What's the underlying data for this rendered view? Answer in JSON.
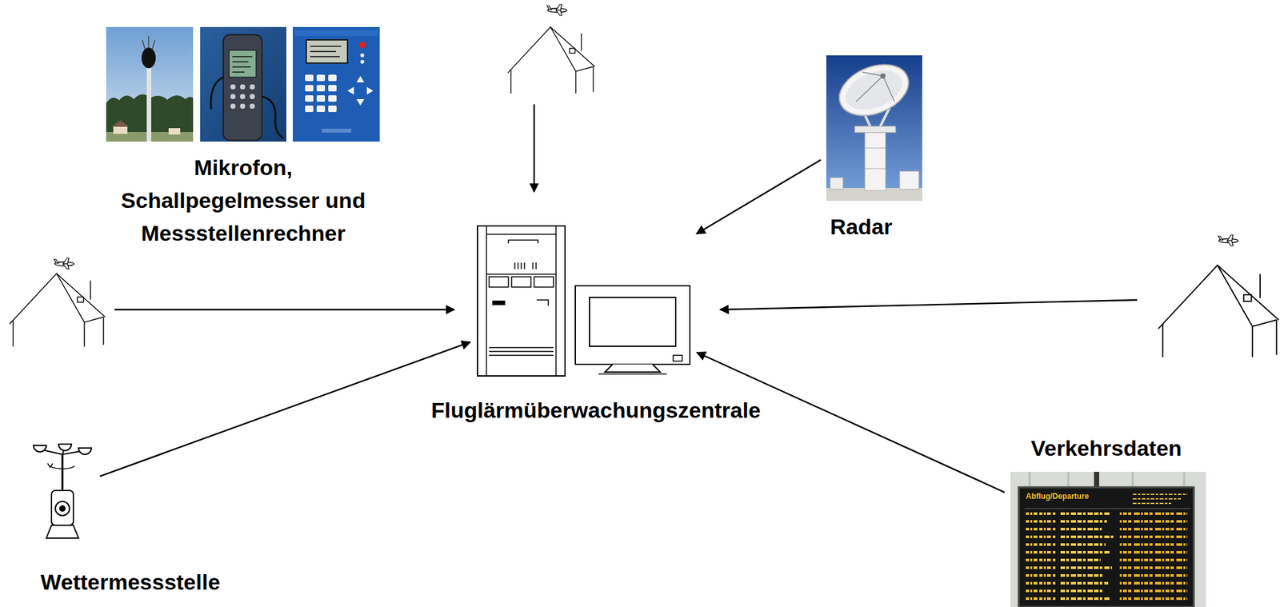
{
  "diagram": {
    "nodes": [
      {
        "text": [
          "Mikrofon, Schallpegelmesser und Messstellenrechner"
        ]
      },
      {
        "text": [
          "Radar"
        ]
      },
      {
        "text": [
          "Fluglärmüberwachungszentrale"
        ]
      },
      {
        "text": [
          "Verkehrsdaten"
        ]
      },
      {
        "text": [
          "Wettermessstelle"
        ]
      }
    ],
    "edges": [
      {
        "from": 1,
        "to": 2,
        "arrow": "to"
      },
      {
        "from": 3,
        "to": 2,
        "arrow": "to"
      },
      {
        "from": 4,
        "to": 2,
        "arrow": "to"
      }
    ],
    "labels": [
      "Abflug/Departure"
    ]
  }
}
